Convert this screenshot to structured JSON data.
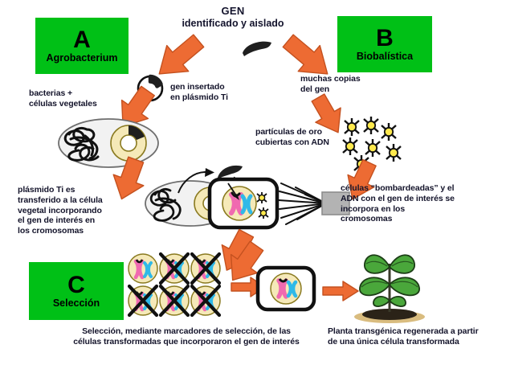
{
  "diagram": {
    "title_line1": "GEN",
    "title_line2": "identificado y aislado",
    "background": "#ffffff",
    "accent_green": "#00c016",
    "accent_orange": "#ed6b33",
    "gold": "#f5e38a",
    "chromosome_pink": "#f06ab0",
    "chromosome_blue": "#2fb9e8"
  },
  "boxes": {
    "a": {
      "letter": "A",
      "caption": "Agrobacterium"
    },
    "b": {
      "letter": "B",
      "caption": "Biobalística"
    },
    "c": {
      "letter": "C",
      "caption": "Selección"
    }
  },
  "labels": {
    "bacterias": "bacterias +\ncélulas vegetales",
    "gen_insertado": "gen insertado\nen plásmido  Ti",
    "muchas_copias": "muchas copias\ndel gen",
    "particulas_oro": "partículas de oro\ncubiertas con ADN",
    "plasmido_ti": "plásmido  Ti es\ntransferido a la célula\nvegetal incorporando\nel gen de interés en\nlos cromosomas",
    "bombardeadas": "células “bombardeadas”  y el\nADN con el gen de interés se\nincorpora en los\ncromosomas",
    "seleccion_caption": "Selección, mediante marcadores de selección, de las\ncélulas transformadas que incorporaron el gen de interés",
    "planta_caption": "Planta transgénica regenerada a partir\nde una única célula transformada"
  },
  "cells_grid": {
    "rows": 2,
    "cols": 3,
    "crossed": [
      false,
      true,
      true,
      true,
      true,
      true
    ]
  }
}
